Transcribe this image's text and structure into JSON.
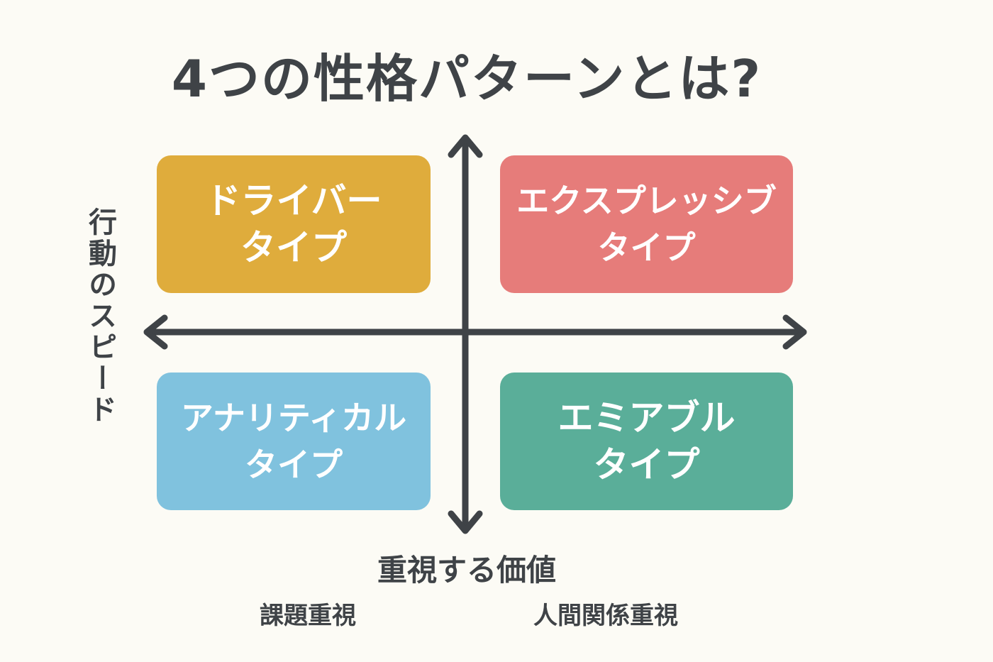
{
  "title": "4つの性格パターンとは?",
  "axes": {
    "vertical_label": "行動のスピード",
    "horizontal_label": "重視する価値",
    "left_pole": "課題重視",
    "right_pole": "人間関係重視",
    "color": "#3f4347"
  },
  "quadrants": {
    "top_left": {
      "line1": "ドライバー",
      "line2": "タイプ",
      "color": "#dfac3c"
    },
    "top_right": {
      "line1": "エクスプレッシブ",
      "line2": "タイプ",
      "color": "#e67c7a"
    },
    "bottom_left": {
      "line1": "アナリティカル",
      "line2": "タイプ",
      "color": "#80c2de"
    },
    "bottom_right": {
      "line1": "エミアブル",
      "line2": "タイプ",
      "color": "#5aae99"
    }
  },
  "colors": {
    "background": "#fcfbf5",
    "text": "#3f4347",
    "box_text": "#ffffff"
  }
}
